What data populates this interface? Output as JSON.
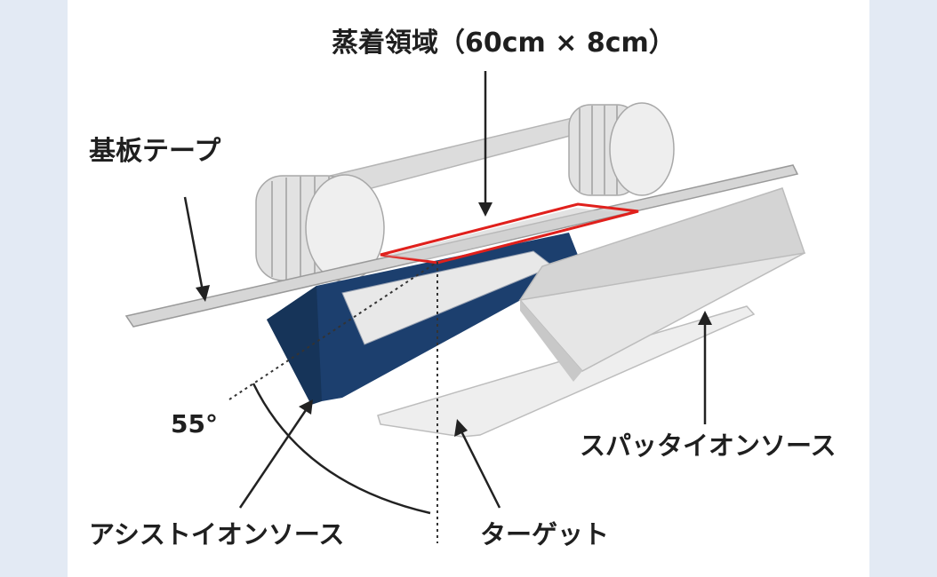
{
  "labels": {
    "deposition_area": "蒸着領域（60cm × 8cm）",
    "substrate_tape": "基板テープ",
    "sputter_ion_source": "スパッタイオンソース",
    "assist_ion_source": "アシストイオンソース",
    "target": "ターゲット",
    "angle": "55°"
  },
  "colors": {
    "background": "#e3eaf4",
    "panel": "#ffffff",
    "assist_source": "#1c3f6e",
    "deposition_outline": "#e0201c",
    "sputter_source": "#d8d8d8",
    "roller": "#e4e4e4",
    "ink": "#1f1f1f"
  }
}
